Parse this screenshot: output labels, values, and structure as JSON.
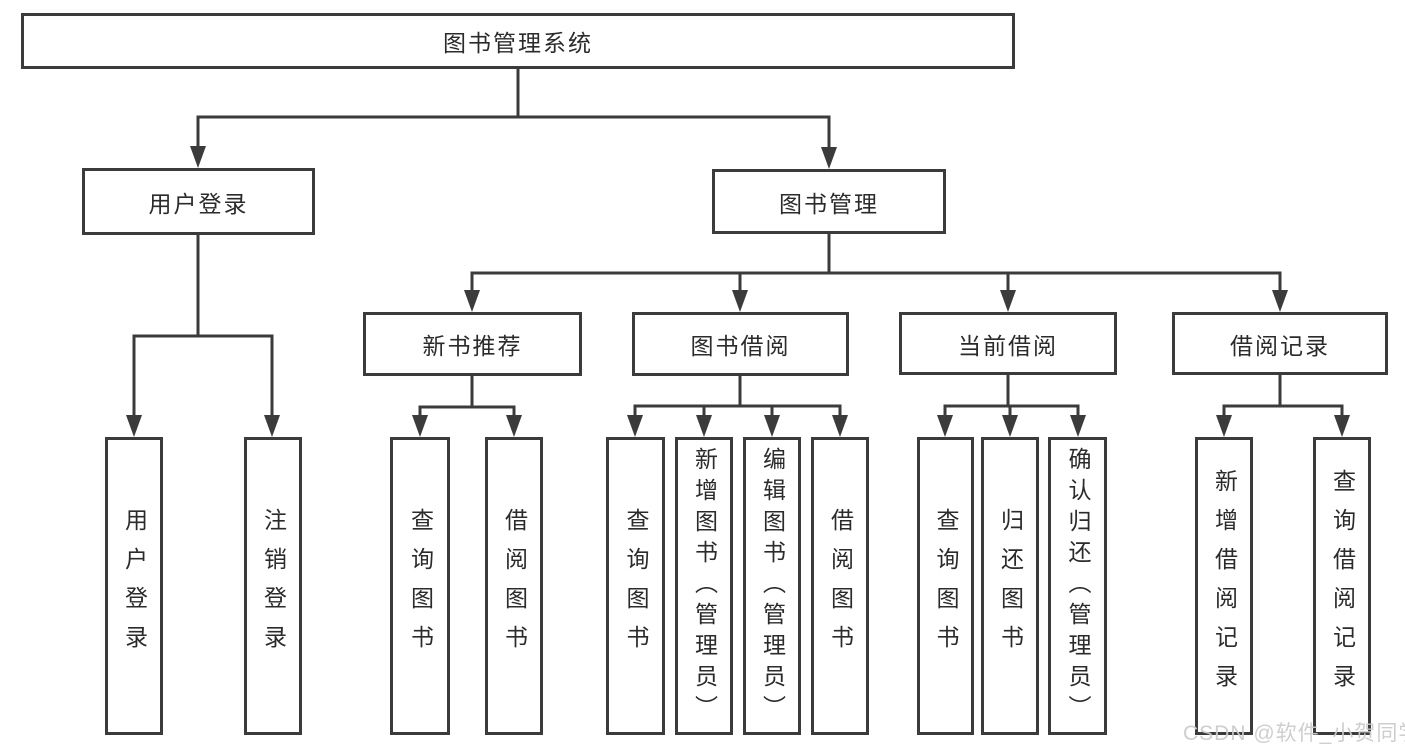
{
  "diagram": {
    "root": "图书管理系统",
    "level2": [
      "用户登录",
      "图书管理"
    ],
    "level3": [
      "新书推荐",
      "图书借阅",
      "当前借阅",
      "借阅记录"
    ],
    "leaves": {
      "user_login": [
        "用户登录",
        "注销登录"
      ],
      "new_book": [
        "查询图书",
        "借阅图书"
      ],
      "book_borrow": [
        "查询图书",
        "新增图书（管理员）",
        "编辑图书（管理员）",
        "借阅图书"
      ],
      "current_borrow": [
        "查询图书",
        "归还图书",
        "确认归还（管理员）"
      ],
      "borrow_record": [
        "新增借阅记录",
        "查询借阅记录"
      ]
    }
  },
  "watermark": "CSDN @软件_小贺同学",
  "colors": {
    "line": "#3b3b3b",
    "text": "#2b2b2b",
    "watermark": "#cbcbcb",
    "background": "#ffffff"
  }
}
